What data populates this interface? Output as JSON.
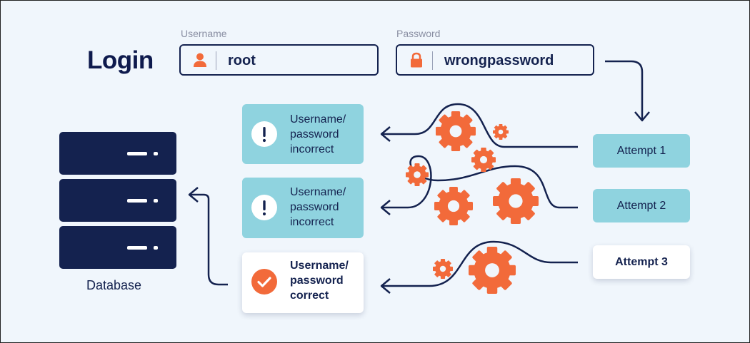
{
  "login": {
    "title": "Login",
    "username_label": "Username",
    "username_value": "root",
    "password_label": "Password",
    "password_value": "wrongpassword"
  },
  "results": [
    {
      "text_line1": "Username/",
      "text_line2": "password",
      "text_line3": "incorrect",
      "status": "incorrect",
      "icon": "exclamation-icon"
    },
    {
      "text_line1": "Username/",
      "text_line2": "password",
      "text_line3": "incorrect",
      "status": "incorrect",
      "icon": "exclamation-icon"
    },
    {
      "text_line1": "Username/",
      "text_line2": "password",
      "text_line3": "correct",
      "status": "correct",
      "icon": "checkmark-icon"
    }
  ],
  "attempts": [
    {
      "label": "Attempt 1"
    },
    {
      "label": "Attempt 2"
    },
    {
      "label": "Attempt 3"
    }
  ],
  "database": {
    "label": "Database",
    "icon": "server-stack-icon"
  },
  "colors": {
    "navy": "#14224f",
    "orange": "#f26a3a",
    "teal": "#8fd3df",
    "background": "#f0f6fc"
  }
}
